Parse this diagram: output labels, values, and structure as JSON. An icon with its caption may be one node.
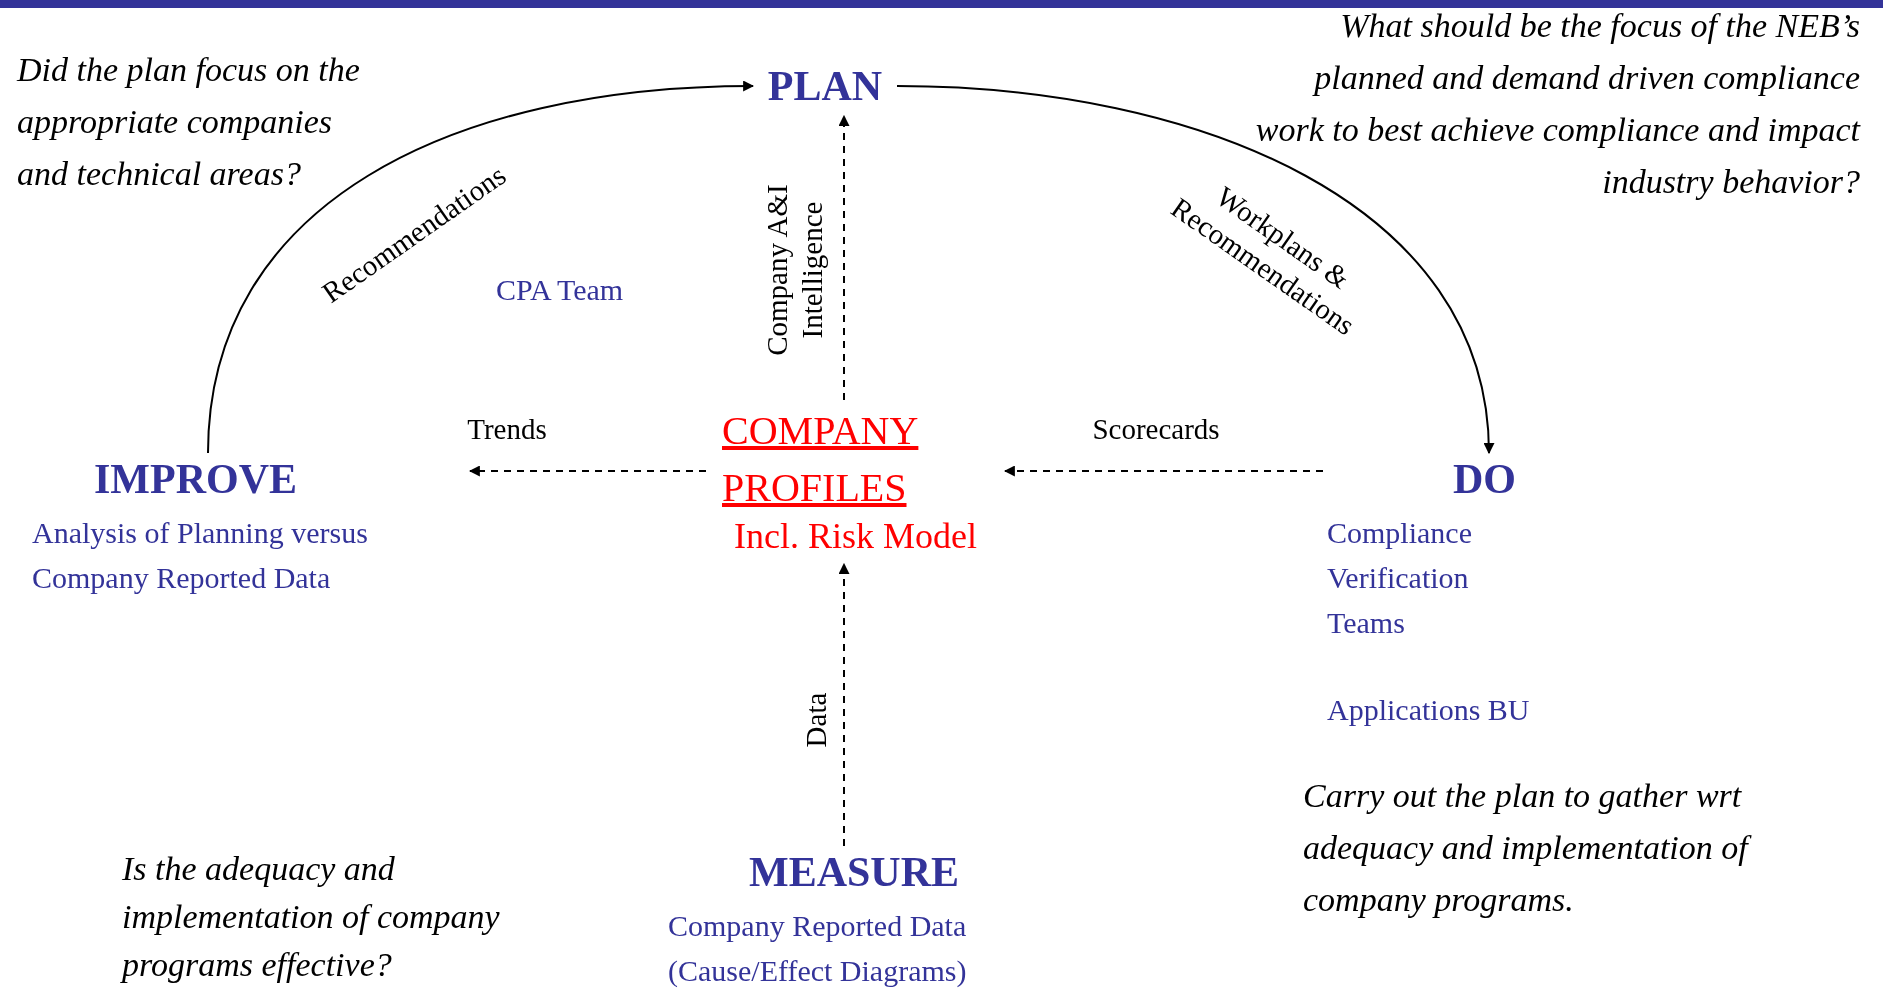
{
  "diagram": {
    "nodes": [
      {
        "text": [
          "PLAN"
        ]
      },
      {
        "text": [
          "COMPANY PROFILES",
          "Incl. Risk Model"
        ]
      },
      {
        "text": [
          "IMPROVE",
          "Analysis of Planning versus Company Reported Data"
        ]
      },
      {
        "text": [
          "DO",
          "Compliance Verification Teams"
        ]
      },
      {
        "text": [
          "MEASURE",
          "Company Reported Data (Cause/Effect Diagrams)"
        ]
      }
    ],
    "edges": [
      {
        "from": 2,
        "to": 0,
        "arrow": "to",
        "label": "Recommendations"
      },
      {
        "from": 0,
        "to": 3,
        "arrow": "to",
        "label": "Workplans & Recommendations"
      },
      {
        "from": 1,
        "to": 0,
        "arrow": "to",
        "label": "Company A&I Intelligence",
        "style": "dashed"
      },
      {
        "from": 3,
        "to": 1,
        "arrow": "to",
        "label": "Scorecards",
        "style": "dashed"
      },
      {
        "from": 1,
        "to": 2,
        "arrow": "to",
        "label": "Trends",
        "style": "dashed"
      },
      {
        "from": 4,
        "to": 1,
        "arrow": "to",
        "label": "Data",
        "style": "dashed"
      }
    ],
    "labels": [
      "Did the plan focus on the appropriate companies and technical areas?",
      "What should be the focus of the NEB’s planned and demand driven compliance work to best achieve compliance and impact industry behavior?",
      "CPA Team",
      "Applications BU",
      "Carry out the plan to gather wrt adequacy and implementation of company programs.",
      "Is the adequacy and implementation of company programs effective?"
    ]
  }
}
